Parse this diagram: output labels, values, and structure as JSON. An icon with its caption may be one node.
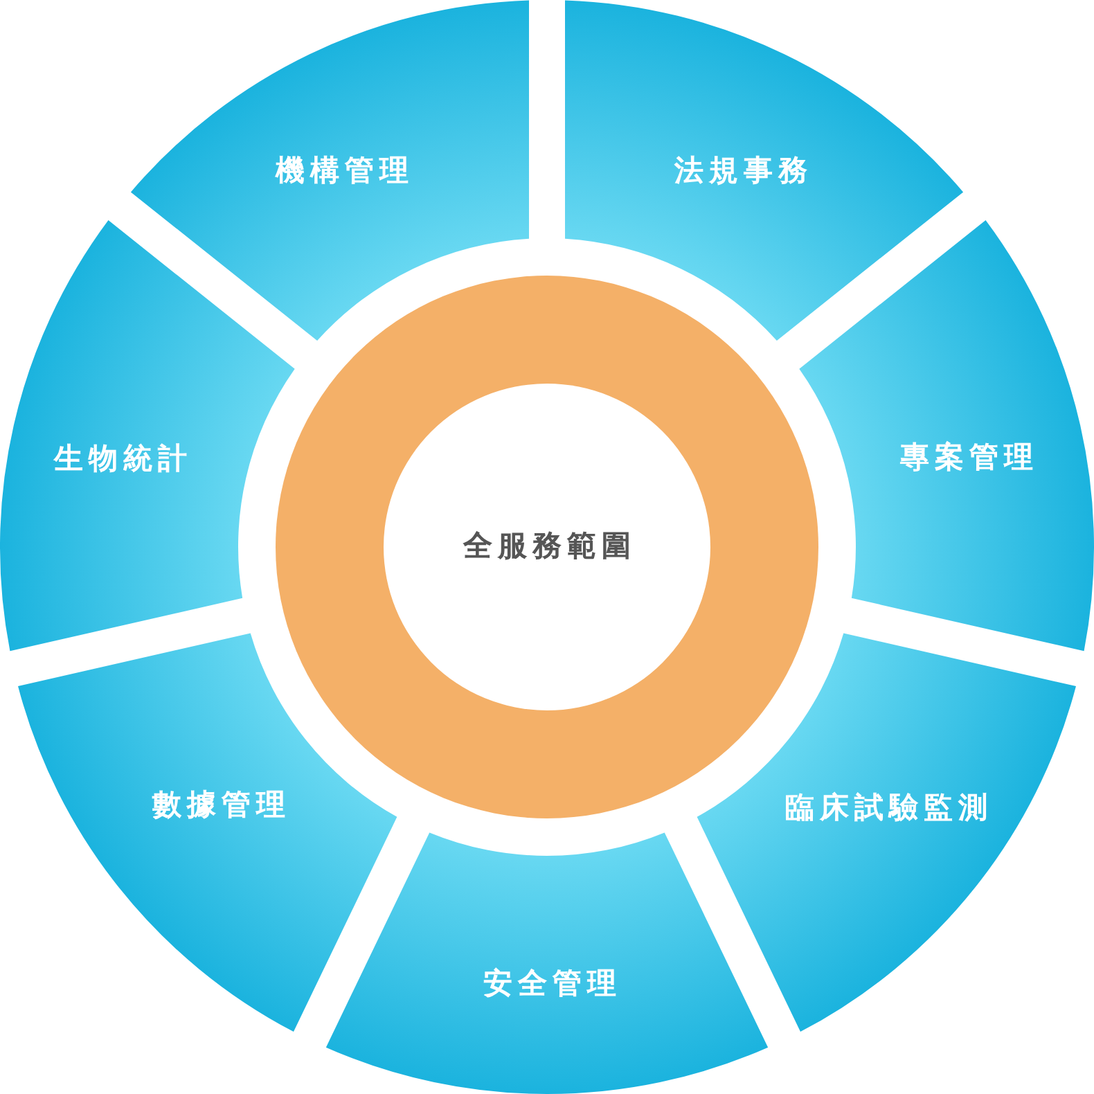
{
  "diagram": {
    "nodes": [
      {
        "text": [
          "機構管理"
        ]
      },
      {
        "text": [
          "法規事務"
        ]
      },
      {
        "text": [
          "生物統計"
        ]
      },
      {
        "text": [
          "專案管理"
        ]
      },
      {
        "text": [
          "全服務範圍"
        ]
      },
      {
        "text": [
          "數據管理"
        ]
      },
      {
        "text": [
          "臨床試驗監測"
        ]
      },
      {
        "text": [
          "安全管理"
        ]
      }
    ]
  }
}
